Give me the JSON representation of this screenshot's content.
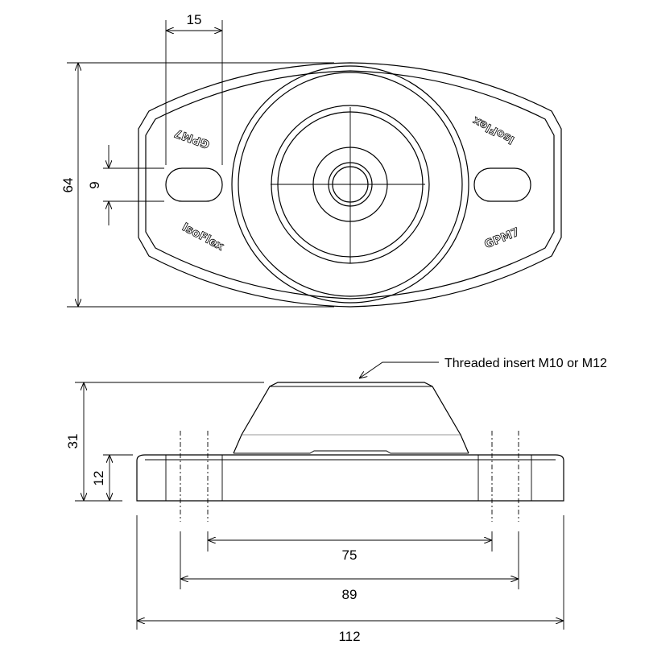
{
  "top_view": {
    "engravings": {
      "brand": "IsoFlex",
      "model": "GPM7"
    },
    "dimensions": {
      "slot_width": "15",
      "height": "64",
      "slot_height": "9"
    }
  },
  "side_view": {
    "callout": "Threaded insert M10 or M12",
    "dimensions": {
      "total_height": "31",
      "base_height": "12",
      "inner_hole_spacing": "75",
      "outer_hole_spacing": "89",
      "overall_length": "112"
    }
  }
}
